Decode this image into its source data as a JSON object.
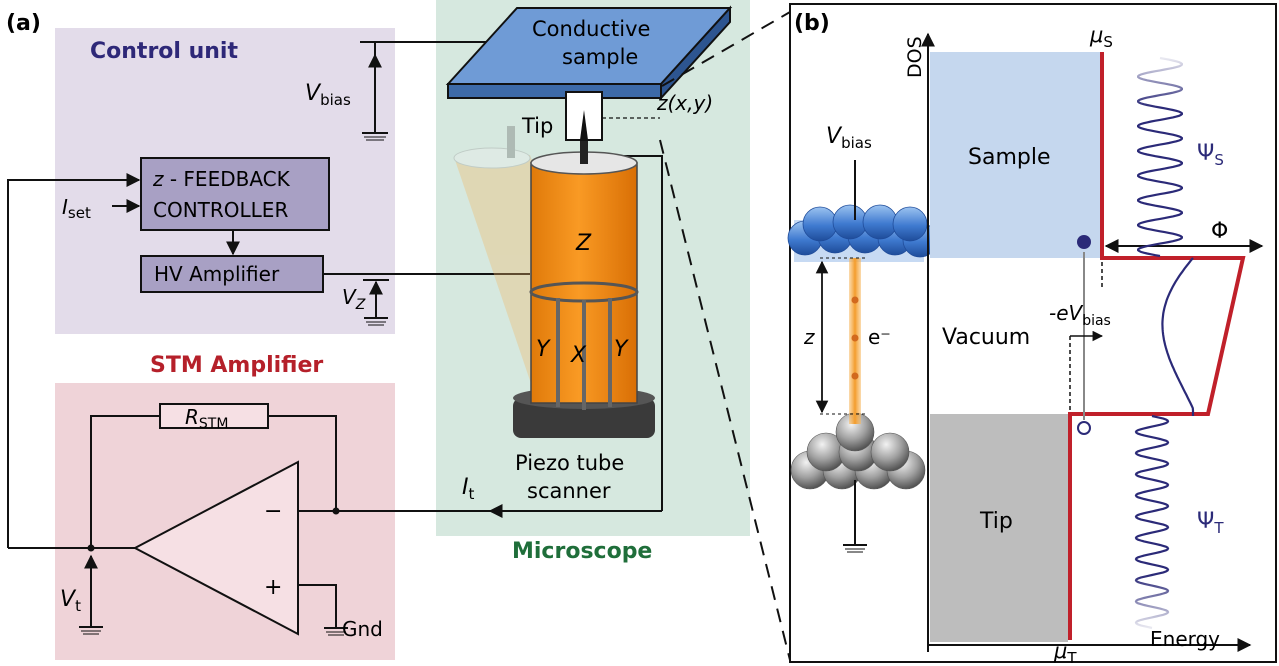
{
  "panel_a": {
    "label": "(a)",
    "control_unit": {
      "title": "Control unit"
    },
    "feedback": {
      "line1_var": "z",
      "line1_rest": " - FEEDBACK",
      "line2": "CONTROLLER"
    },
    "hv_amp": {
      "label": "HV Amplifier"
    },
    "i_set": {
      "main": "I",
      "sub": "set"
    },
    "v_bias": {
      "main": "V",
      "sub": "bias"
    },
    "v_z": {
      "main": "V",
      "sub": "Z"
    },
    "stm_amp": {
      "title": "STM Amplifier"
    },
    "r_stm": {
      "main": "R",
      "sub": "STM"
    },
    "v_t": {
      "main": "V",
      "sub": "t"
    },
    "i_t": {
      "main": "I",
      "sub": "t"
    },
    "minus": "−",
    "plus": "+",
    "gnd": "Gnd",
    "microscope": {
      "title": "Microscope",
      "sample_line1": "Conductive",
      "sample_line2": "sample",
      "tip": "Tip",
      "zxy": "z(x,y)",
      "z_elec": "Z",
      "y1": "Y",
      "x": "X",
      "y2": "Y",
      "piezo_line1": "Piezo tube",
      "piezo_line2": "scanner"
    }
  },
  "panel_b": {
    "label": "(b)",
    "dos": "DOS",
    "energy": "Energy",
    "mu_s": {
      "main": "μ",
      "sub": "S"
    },
    "mu_t": {
      "main": "μ",
      "sub": "T"
    },
    "sample": "Sample",
    "vacuum": "Vacuum",
    "tip": "Tip",
    "psi_s": {
      "main": "Ψ",
      "sub": "S"
    },
    "psi_t": {
      "main": "Ψ",
      "sub": "T"
    },
    "phi": "Φ",
    "ev_bias": {
      "main": "-eV",
      "sub": "bias"
    },
    "v_bias": {
      "main": "V",
      "sub": "bias"
    },
    "z": "z",
    "electron": "e⁻"
  },
  "colors": {
    "control_bg": "#e3dcea",
    "stm_bg": "#efd3d8",
    "microscope_bg": "#d6e8df",
    "control_title": "#2e2878",
    "stm_title": "#b5202a",
    "microscope_title": "#1f6e3a",
    "sample_blue": "#c5d7ee",
    "tip_grey": "#bdbdbd",
    "band_red": "#c0202a",
    "wave_navy": "#2b2a78",
    "piezo_orange": "#f7941d"
  }
}
